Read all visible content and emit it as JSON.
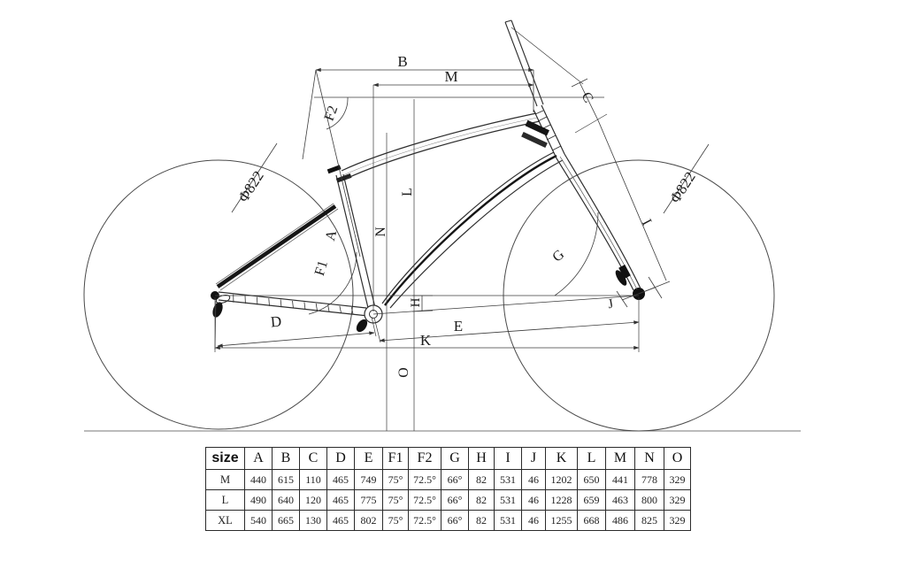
{
  "diagram": {
    "labels": {
      "B": "B",
      "M": "M",
      "F2": "F2",
      "C": "C",
      "A": "A",
      "F1": "F1",
      "N": "N",
      "L": "L",
      "O": "O",
      "H": "H",
      "E": "E",
      "K": "K",
      "D": "D",
      "G": "G",
      "I": "I",
      "J": "J",
      "wheel_rear": "Φ822",
      "wheel_front": "Φ822"
    }
  },
  "table": {
    "corner": "size",
    "headers": [
      "A",
      "B",
      "C",
      "D",
      "E",
      "F1",
      "F2",
      "G",
      "H",
      "I",
      "J",
      "K",
      "L",
      "M",
      "N",
      "O"
    ],
    "rows": [
      {
        "size": "M",
        "values": [
          "440",
          "615",
          "110",
          "465",
          "749",
          "75°",
          "72.5°",
          "66°",
          "82",
          "531",
          "46",
          "1202",
          "650",
          "441",
          "778",
          "329"
        ]
      },
      {
        "size": "L",
        "values": [
          "490",
          "640",
          "120",
          "465",
          "775",
          "75°",
          "72.5°",
          "66°",
          "82",
          "531",
          "46",
          "1228",
          "659",
          "463",
          "800",
          "329"
        ]
      },
      {
        "size": "XL",
        "values": [
          "540",
          "665",
          "130",
          "465",
          "802",
          "75°",
          "72.5°",
          "66°",
          "82",
          "531",
          "46",
          "1255",
          "668",
          "486",
          "825",
          "329"
        ]
      }
    ]
  }
}
